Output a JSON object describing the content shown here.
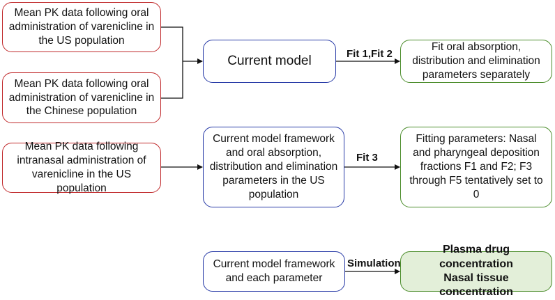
{
  "inputs": {
    "us_oral": "Mean PK data following oral administration of varenicline in the US population",
    "cn_oral": "Mean PK data following oral administration of varenicline in the Chinese population",
    "us_nasal": "Mean PK data following intranasal administration of varenicline in the US population"
  },
  "models": {
    "current": "Current model",
    "framework_oral": "Current model framework and oral absorption, distribution and elimination parameters in the US population",
    "framework_each": "Current model framework and each parameter"
  },
  "edges": {
    "fit12": "Fit 1,Fit 2",
    "fit3": "Fit 3",
    "simulation": "Simulation"
  },
  "outputs": {
    "fit_oral": "Fit oral absorption, distribution and elimination parameters separately",
    "fitting_nasal": "Fitting parameters: Nasal and pharyngeal deposition fractions F1 and F2; F3 through F5 tentatively set to 0",
    "plasma": "Plasma drug concentration",
    "nasal_tissue": "Nasal tissue concentration"
  },
  "colors": {
    "input_border": "#c0292b",
    "model_border": "#2639a6",
    "output_border": "#4a8c2a",
    "result_fill": "#e3efd9"
  }
}
